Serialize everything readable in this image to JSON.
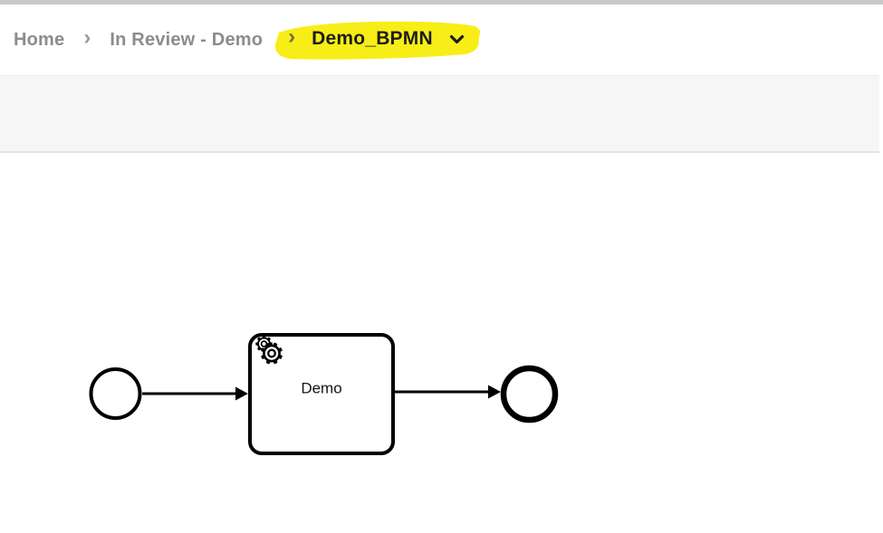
{
  "breadcrumb": {
    "separator": "›",
    "items": [
      {
        "label": "Home"
      },
      {
        "label": "In Review - Demo"
      },
      {
        "label": "Demo_BPMN"
      }
    ],
    "current_item": "Demo_BPMN",
    "current_item_highlighted": true
  },
  "icons": {
    "breadcrumb_separator": "chevron-right",
    "current_item_dropdown": "chevron-down",
    "task_type": "gear"
  },
  "diagram": {
    "type": "bpmn",
    "task_label": "Demo",
    "elements": [
      {
        "id": "start",
        "type": "start-event",
        "label": ""
      },
      {
        "id": "task",
        "type": "service-task",
        "label": "Demo"
      },
      {
        "id": "end",
        "type": "end-event",
        "label": ""
      }
    ],
    "flows": [
      {
        "from": "start",
        "to": "task"
      },
      {
        "from": "task",
        "to": "end"
      }
    ]
  },
  "colors": {
    "highlight_yellow": "#f7ee17",
    "breadcrumb_gray": "#8c8c8c",
    "current_text": "#1d1d1d",
    "panel_gray": "#f6f6f6",
    "shape_stroke": "#000000"
  }
}
